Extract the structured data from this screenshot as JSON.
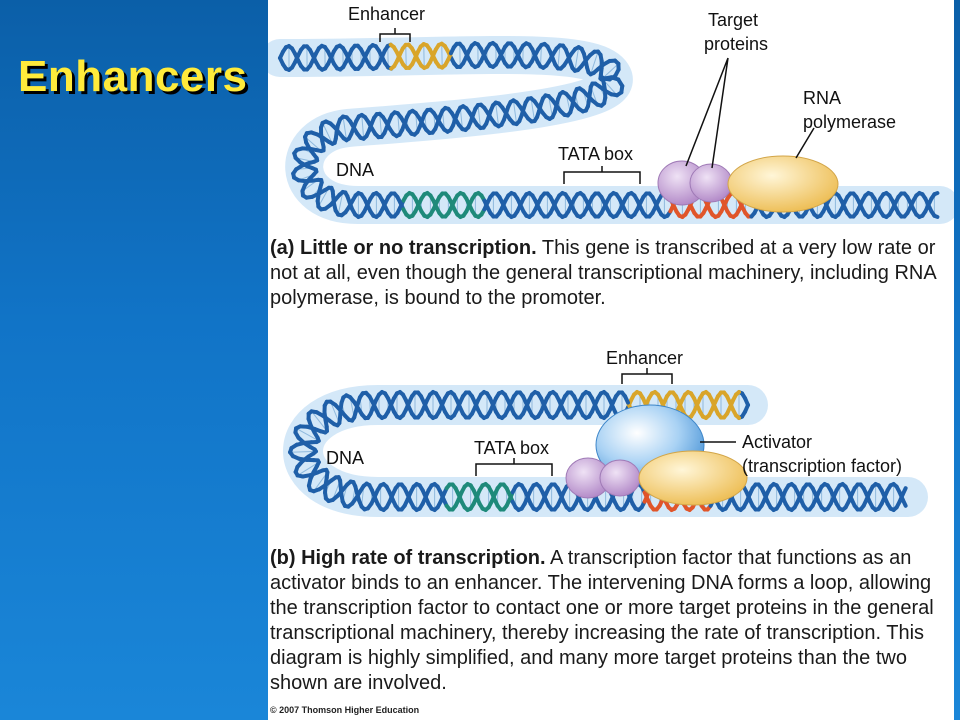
{
  "slide": {
    "title": "Enhancers"
  },
  "diagram_a": {
    "labels": {
      "enhancer": "Enhancer",
      "target_proteins_line1": "Target",
      "target_proteins_line2": "proteins",
      "rna_polymerase_line1": "RNA",
      "rna_polymerase_line2": "polymerase",
      "tata_box": "TATA box",
      "dna": "DNA"
    },
    "caption_bold": "(a) Little or no transcription.",
    "caption_text": "This gene is transcribed at a very low rate or not at all, even though the general transcriptional machinery, including RNA polymerase, is bound to the promoter."
  },
  "diagram_b": {
    "labels": {
      "enhancer": "Enhancer",
      "activator_line1": "Activator",
      "activator_line2": "(transcription factor)",
      "tata_box": "TATA box",
      "dna": "DNA"
    },
    "caption_bold": "(b) High rate of transcription.",
    "caption_text": "A transcription factor that functions as an activator binds to an enhancer. The intervening DNA forms a loop, allowing the transcription factor to contact one or more target proteins in the general transcriptional machinery, thereby increasing the rate of transcription. This diagram is highly simplified, and many more target proteins than the two shown are involved."
  },
  "footer": {
    "copyright": "© 2007 Thomson Higher Education"
  },
  "colors": {
    "background": "#1174c7",
    "title": "#ffeb3b",
    "dna_strand": "#1f5fa8",
    "dna_halo": "#cfe6f7",
    "enhancer_segment": "#d9a52a",
    "tata_segment": "#1e8a7a",
    "promoter_segment": "#e0552a",
    "target_protein": "#c9a6d9",
    "rna_polymerase": "#f5d27a",
    "activator": "#7fb8ec"
  }
}
